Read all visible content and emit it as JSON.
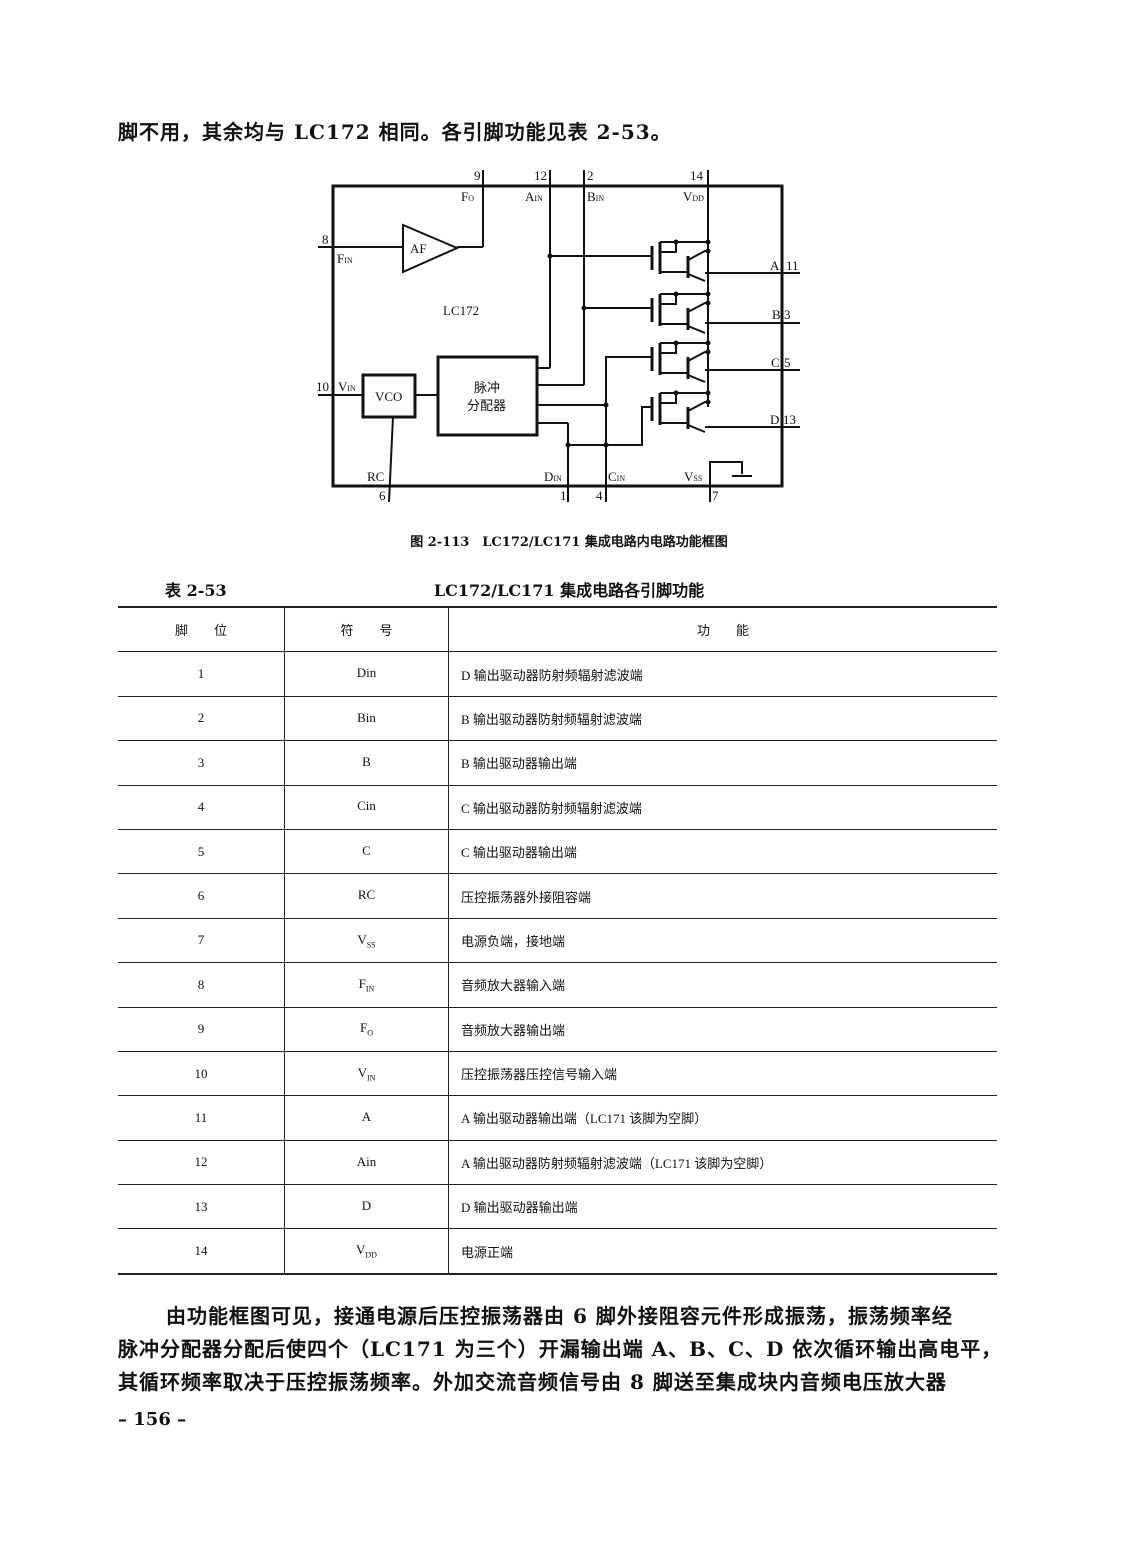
{
  "intro_text": "脚不用，其余均与 LC172 相同。各引脚功能见表 2-53。",
  "diagram": {
    "chip_label": "LC172",
    "amp_label": "AF",
    "vco_label": "VCO",
    "pulse_label_1": "脉冲",
    "pulse_label_2": "分配器",
    "pins": {
      "p9": "9",
      "p12": "12",
      "p2": "2",
      "p14": "14",
      "p8": "8",
      "p10": "10",
      "p6": "6",
      "p1": "1",
      "p4": "4",
      "p7": "7",
      "p11": "11",
      "p3": "3",
      "p5": "5",
      "p13": "13"
    },
    "signals": {
      "fo": "F",
      "fo_sub": "O",
      "ain": "A",
      "ain_sub": "IN",
      "bin": "B",
      "bin_sub": "IN",
      "vdd": "V",
      "vdd_sub": "DD",
      "fin": "F",
      "fin_sub": "IN",
      "vin": "V",
      "vin_sub": "IN",
      "rc": "RC",
      "din": "D",
      "din_sub": "IN",
      "cin": "C",
      "cin_sub": "IN",
      "vss": "V",
      "vss_sub": "SS",
      "a": "A",
      "b": "B",
      "c": "C",
      "d": "D"
    }
  },
  "figure_caption": "图 2-113　LC172/LC171 集成电路内电路功能框图",
  "table": {
    "label": "表 2-53",
    "title": "LC172/LC171 集成电路各引脚功能",
    "headers": [
      "脚　　位",
      "符　　号",
      "功　　能"
    ],
    "rows": [
      {
        "pin": "1",
        "sym": "Din",
        "sub": "",
        "func": "D 输出驱动器防射频辐射滤波端"
      },
      {
        "pin": "2",
        "sym": "Bin",
        "sub": "",
        "func": "B 输出驱动器防射频辐射滤波端"
      },
      {
        "pin": "3",
        "sym": "B",
        "sub": "",
        "func": "B 输出驱动器输出端"
      },
      {
        "pin": "4",
        "sym": "Cin",
        "sub": "",
        "func": "C 输出驱动器防射频辐射滤波端"
      },
      {
        "pin": "5",
        "sym": "C",
        "sub": "",
        "func": "C 输出驱动器输出端"
      },
      {
        "pin": "6",
        "sym": "RC",
        "sub": "",
        "func": "压控振荡器外接阻容端"
      },
      {
        "pin": "7",
        "sym": "V",
        "sub": "SS",
        "func": "电源负端，接地端"
      },
      {
        "pin": "8",
        "sym": "F",
        "sub": "IN",
        "func": "音频放大器输入端"
      },
      {
        "pin": "9",
        "sym": "F",
        "sub": "O",
        "func": "音频放大器输出端"
      },
      {
        "pin": "10",
        "sym": "V",
        "sub": "IN",
        "func": "压控振荡器压控信号输入端"
      },
      {
        "pin": "11",
        "sym": "A",
        "sub": "",
        "func": "A 输出驱动器输出端（LC171 该脚为空脚）"
      },
      {
        "pin": "12",
        "sym": "Ain",
        "sub": "",
        "func": "A 输出驱动器防射频辐射滤波端（LC171 该脚为空脚）"
      },
      {
        "pin": "13",
        "sym": "D",
        "sub": "",
        "func": "D 输出驱动器输出端"
      },
      {
        "pin": "14",
        "sym": "V",
        "sub": "DD",
        "func": "电源正端"
      }
    ]
  },
  "body_lines": [
    "由功能框图可见，接通电源后压控振荡器由 6 脚外接阻容元件形成振荡，振荡频率经",
    "脉冲分配器分配后使四个（LC171 为三个）开漏输出端 A、B、C、D 依次循环输出高电平，",
    "其循环频率取决于压控振荡频率。外加交流音频信号由 8 脚送至集成块内音频电压放大器"
  ],
  "page_number": "– 156 –"
}
